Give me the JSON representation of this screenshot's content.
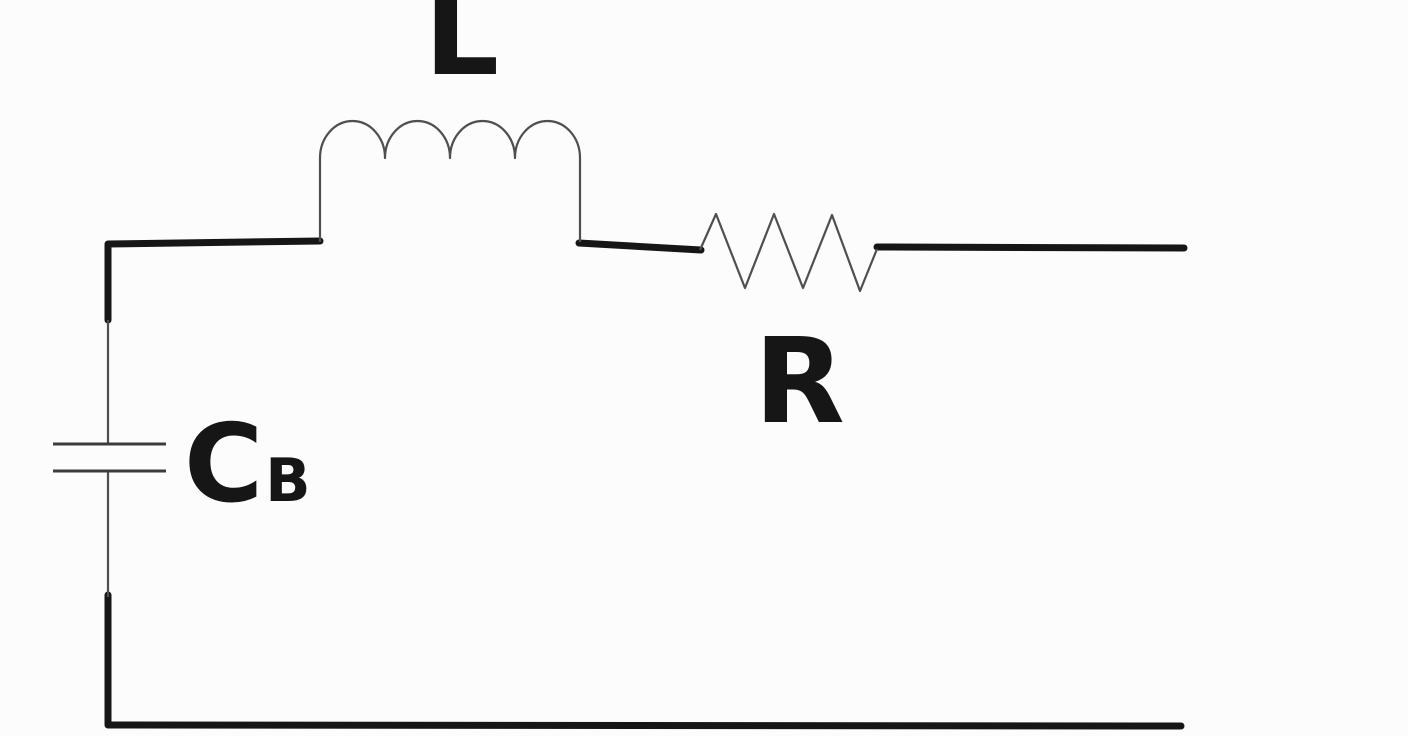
{
  "page": {
    "title": "LCR circuit schematic"
  },
  "diagram": {
    "type": "circuit-schematic",
    "background_color": "#fcfcfc",
    "wire_color": "#161616",
    "component_stroke_color": "#4f4f4f",
    "capacitor_plate_color": "#3c3c3c",
    "label_color": "#161616",
    "components": [
      {
        "name": "inductor",
        "symbol": "coil-4-loops",
        "label": "L"
      },
      {
        "name": "resistor",
        "symbol": "zigzag-3-peaks",
        "label": "R"
      },
      {
        "name": "capacitor",
        "symbol": "parallel-plates",
        "label": "C",
        "label_subscript": "B"
      }
    ]
  },
  "labels": {
    "inductor": "L",
    "resistor": "R",
    "capacitor": "C",
    "capacitor_subscript": "B"
  }
}
